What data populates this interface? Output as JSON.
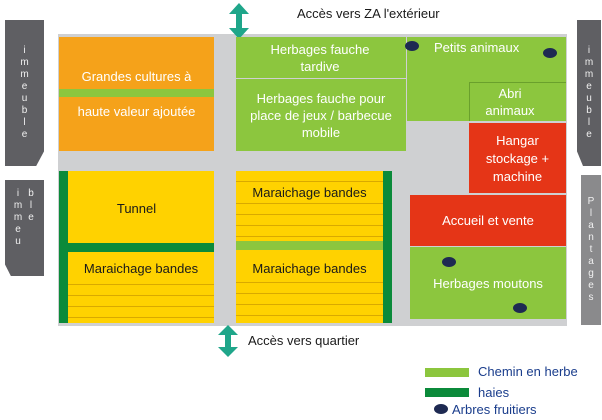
{
  "access": {
    "top": "Accès vers ZA l'extérieur",
    "bottom": "Accès vers quartier"
  },
  "sides": {
    "left_top": "immeuble",
    "left_bottom": "immeu ble",
    "right_top": "immeuble",
    "right_bottom": "Plantages"
  },
  "zones": {
    "grandes_cultures_a": "Grandes cultures à",
    "grandes_cultures_b": "haute valeur ajoutée",
    "tunnel": "Tunnel",
    "maraichage_bl": "Maraichage bandes",
    "maraichage_tc": "Maraichage bandes",
    "maraichage_bc": "Maraichage bandes",
    "herbages_tardive": "Herbages fauche tardive",
    "herbages_jeux": "Herbages fauche pour place de jeux / barbecue mobile",
    "petits_animaux": "Petits animaux",
    "abri_animaux": "Abri animaux",
    "hangar": "Hangar stockage + machine",
    "accueil": "Accueil et vente",
    "herbages_moutons": "Herbages moutons"
  },
  "legend": {
    "chemin": "Chemin en herbe",
    "haies": "haies",
    "arbres": "Arbres fruitiers"
  },
  "colors": {
    "orange": "#f5a21a",
    "yellow": "#ffd200",
    "light_green": "#8cc63e",
    "dark_green": "#0b8a3a",
    "red": "#e53517",
    "gray_path": "#cfd0d2",
    "side_gray": "#5f5f63",
    "teal_arrow": "#1fa68a",
    "navy_tree": "#1e2a52"
  }
}
